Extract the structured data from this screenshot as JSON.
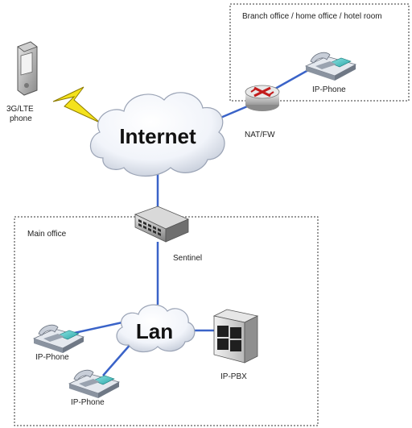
{
  "diagram": {
    "branch_zone_label": "Branch office / home office / hotel room",
    "main_zone_label": "Main office",
    "internet_label": "Internet",
    "lan_label": "Lan",
    "mobile_label_line1": "3G/LTE",
    "mobile_label_line2": "phone",
    "router_label": "NAT/FW",
    "branch_phone_label": "IP-Phone",
    "switch_label": "Sentinel",
    "lan_phone1_label": "IP-Phone",
    "lan_phone2_label": "IP-Phone",
    "pbx_label": "IP-PBX"
  },
  "colors": {
    "link": "#3a63c8",
    "lightning": "#f4e21c",
    "zone_border": "#333333"
  }
}
